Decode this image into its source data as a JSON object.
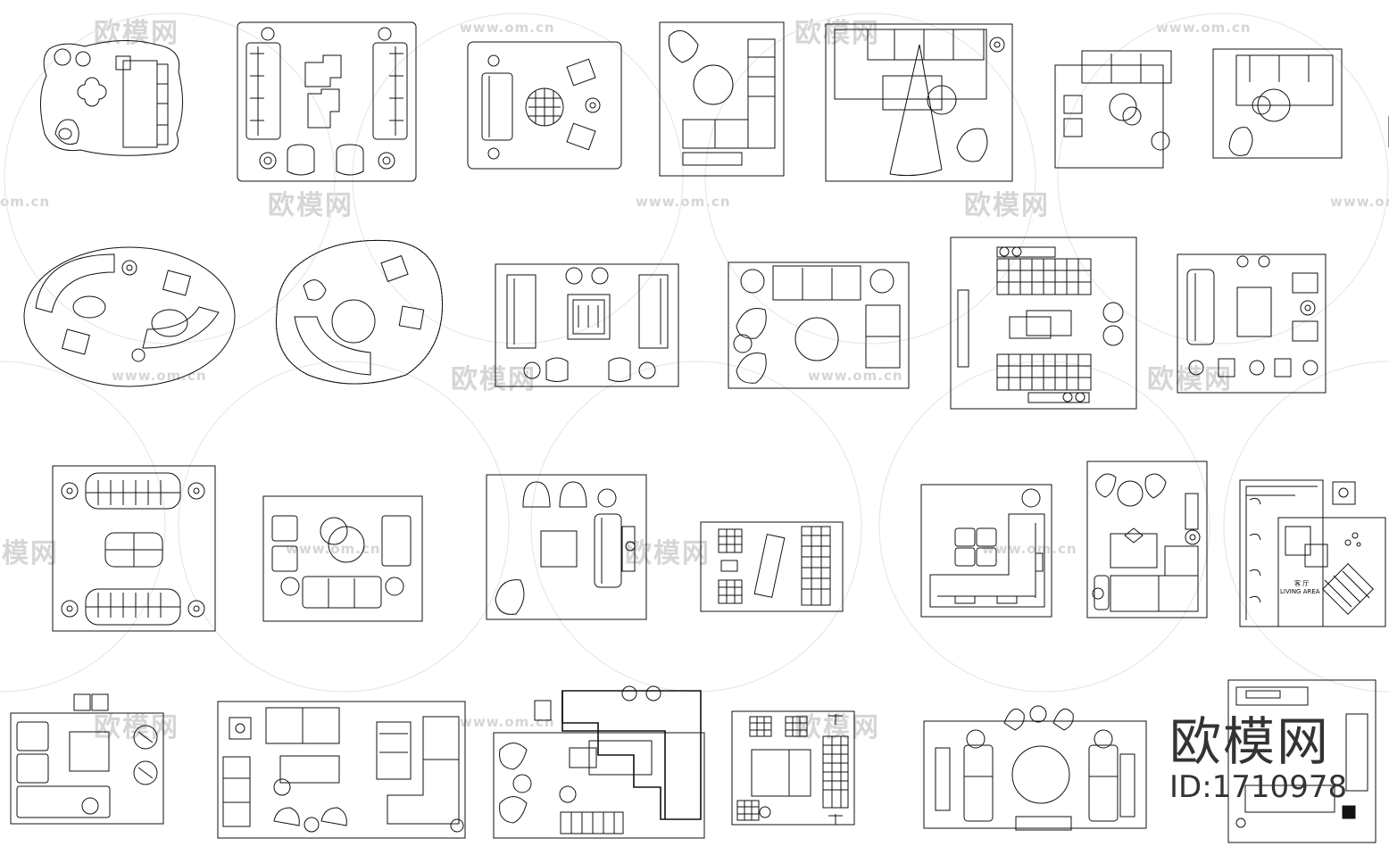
{
  "watermarks": {
    "logo_text": "欧模网",
    "url_text": "www.om.cn",
    "url_text_short": "om.cn"
  },
  "brand_mark": {
    "title": "欧模网",
    "id_text": "ID:1710978"
  },
  "plan_labels": {
    "living_cn": "客 厅",
    "living_en": "LIVING  AREA"
  }
}
